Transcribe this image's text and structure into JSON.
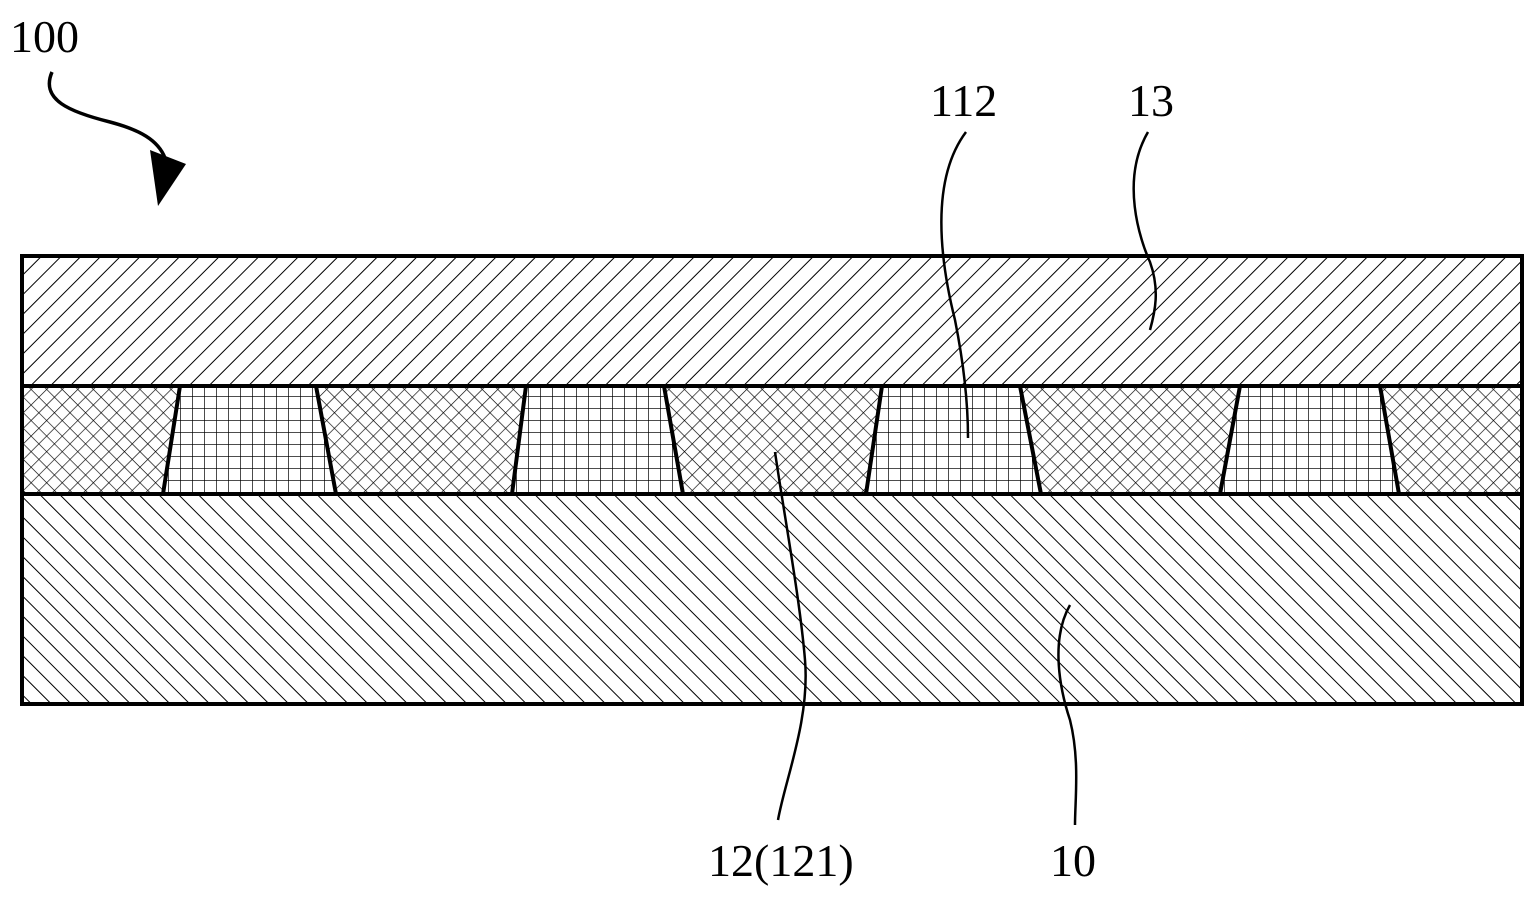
{
  "labels": {
    "device": "100",
    "layer_top": "13",
    "pixel_region": "112",
    "bank": "12(121)",
    "substrate": "10"
  },
  "colors": {
    "line": "#000000",
    "background": "#ffffff"
  }
}
